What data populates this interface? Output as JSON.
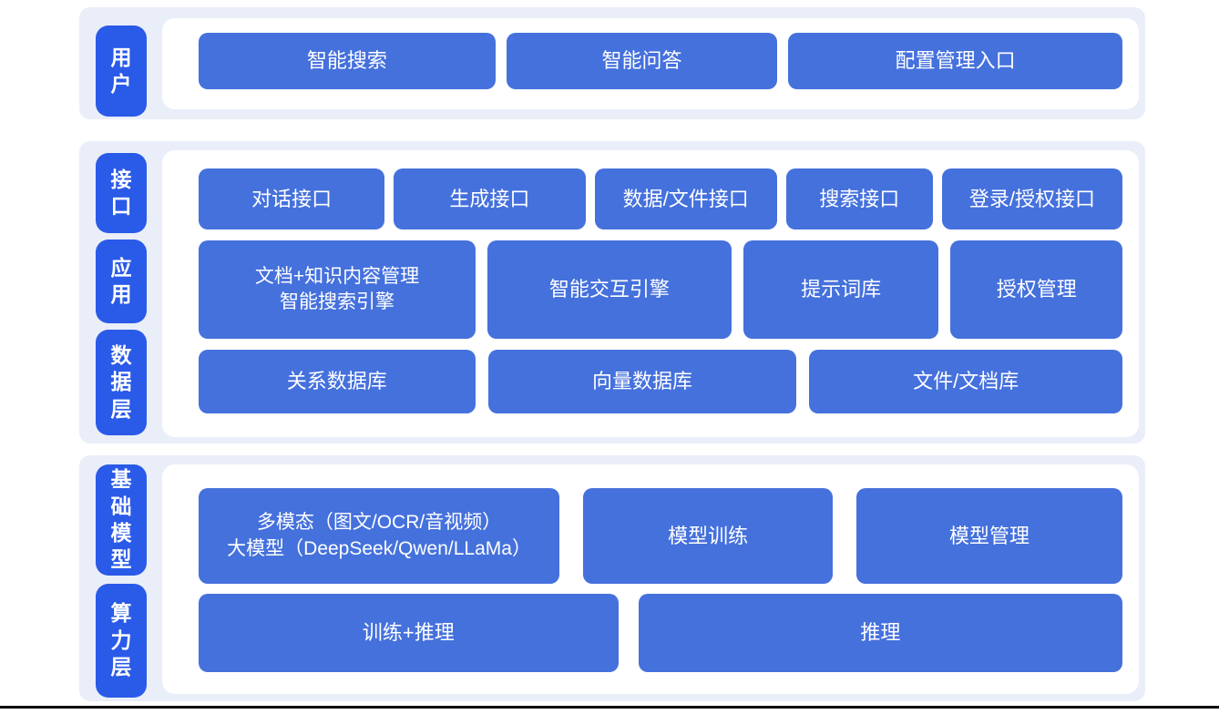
{
  "colors": {
    "label_blue": "#2a5ae8",
    "box_blue": "#4571dd",
    "panel_bg": "#e9eef8",
    "text_white": "#ffffff",
    "bottom_line": "#000000"
  },
  "sections": [
    {
      "name": "user-layer",
      "labels": [
        "用户"
      ],
      "rows": [
        [
          "智能搜索",
          "智能问答",
          "配置管理入口"
        ]
      ]
    },
    {
      "name": "interface-app-data-layers",
      "labels": [
        "接口",
        "应用",
        "数据层"
      ],
      "rows": [
        [
          "对话接口",
          "生成接口",
          "数据/文件接口",
          "搜索接口",
          "登录/授权接口"
        ],
        [
          "文档+知识内容管理\n智能搜索引擎",
          "智能交互引擎",
          "提示词库",
          "授权管理"
        ],
        [
          "关系数据库",
          "向量数据库",
          "文件/文档库"
        ]
      ]
    },
    {
      "name": "model-compute-layers",
      "labels": [
        "基础模型",
        "算力层"
      ],
      "rows": [
        [
          "多模态（图文/OCR/音视频）\n大模型（DeepSeek/Qwen/LLaMa）",
          "模型训练",
          "模型管理"
        ],
        [
          "训练+推理",
          "推理"
        ]
      ]
    }
  ]
}
